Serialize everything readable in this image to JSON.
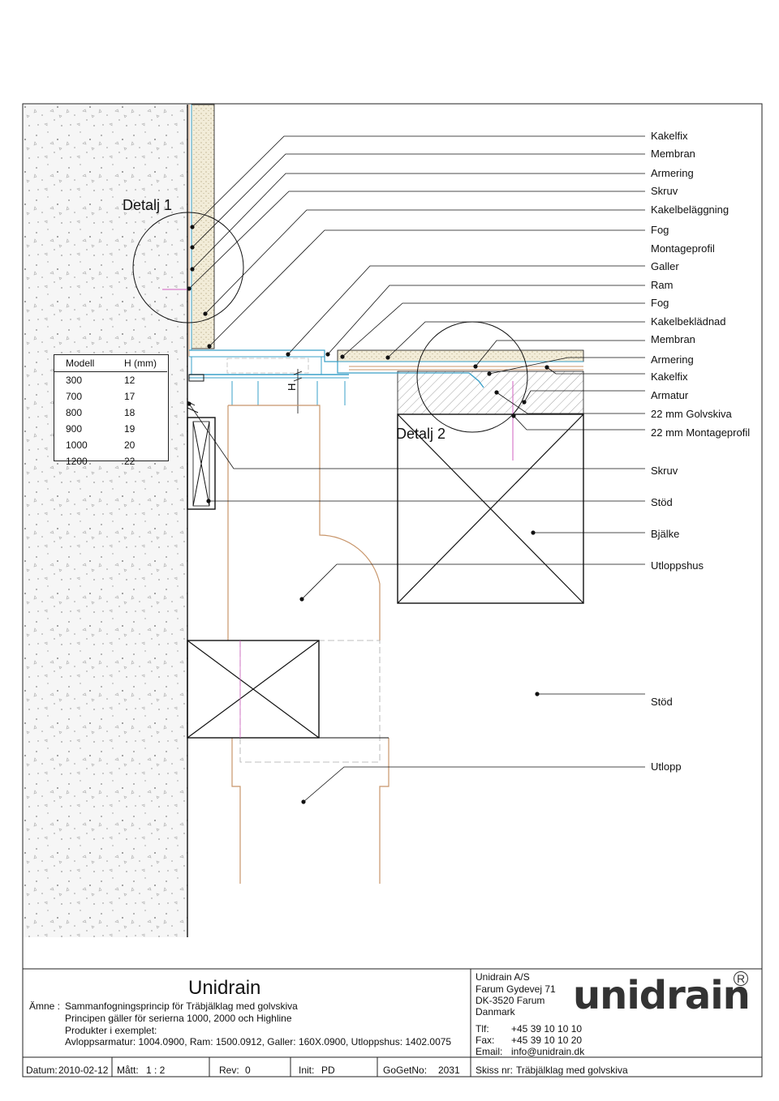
{
  "detail1_title": "Detalj 1",
  "detail2_title": "Detalj 2",
  "dimension_symbol": "H",
  "labels": [
    "Kakelfix",
    "Membran",
    "Armering",
    "Skruv",
    "Kakelbeläggning",
    "Fog",
    "Montageprofil",
    "Galler",
    "Ram",
    "Fog",
    "Kakelbeklädnad",
    "Membran",
    "Armering",
    "Kakelfix",
    "Armatur",
    "22 mm Golvskiva",
    "22 mm Montageprofil",
    "Skruv",
    "Stöd",
    "Bjälke",
    "Utloppshus",
    "Stöd",
    "Utlopp"
  ],
  "spec_table": {
    "headers": [
      "Modell",
      "H (mm)"
    ],
    "rows": [
      [
        "300",
        "12"
      ],
      [
        "700",
        "17"
      ],
      [
        "800",
        "18"
      ],
      [
        "900",
        "19"
      ],
      [
        "1000",
        "20"
      ],
      [
        "1200",
        "22"
      ]
    ]
  },
  "title_block": {
    "company": "Unidrain",
    "subject_label": "Ämne :",
    "subject_lines": [
      "Sammanfogningsprincip för Träbjälklag med golvskiva",
      "Principen gäller för serierna 1000, 2000 och Highline",
      "Produkter i exemplet:",
      "Avloppsarmatur: 1004.0900, Ram: 1500.0912, Galler: 160X.0900, Utloppshus: 1402.0075"
    ],
    "address": [
      "Unidrain A/S",
      "Farum Gydevej 71",
      "DK-3520 Farum",
      "Danmark"
    ],
    "contacts": [
      {
        "label": "Tlf:",
        "value": "+45 39 10 10 10"
      },
      {
        "label": "Fax:",
        "value": "+45 39 10 10 20"
      },
      {
        "label": "Email:",
        "value": "info@unidrain.dk"
      }
    ],
    "logo_text": "unidrain",
    "logo_mark": "R",
    "bottom": {
      "datum_label": "Datum:",
      "datum": "2010-02-12",
      "matt_label": "Mått:",
      "matt": "1 : 2",
      "rev_label": "Rev:",
      "rev": "0",
      "init_label": "Init:",
      "init": "PD",
      "gogetno_label": "GoGetNo:",
      "gogetno": "2031",
      "skiss_label": "Skiss nr:",
      "skiss": "Träbjälklag med golvskiva"
    }
  },
  "colors": {
    "line": "#111111",
    "pipe": "#c8956a",
    "membrane": "#3aa0c8",
    "pink": "#d060c0",
    "hatch": "#888888"
  }
}
